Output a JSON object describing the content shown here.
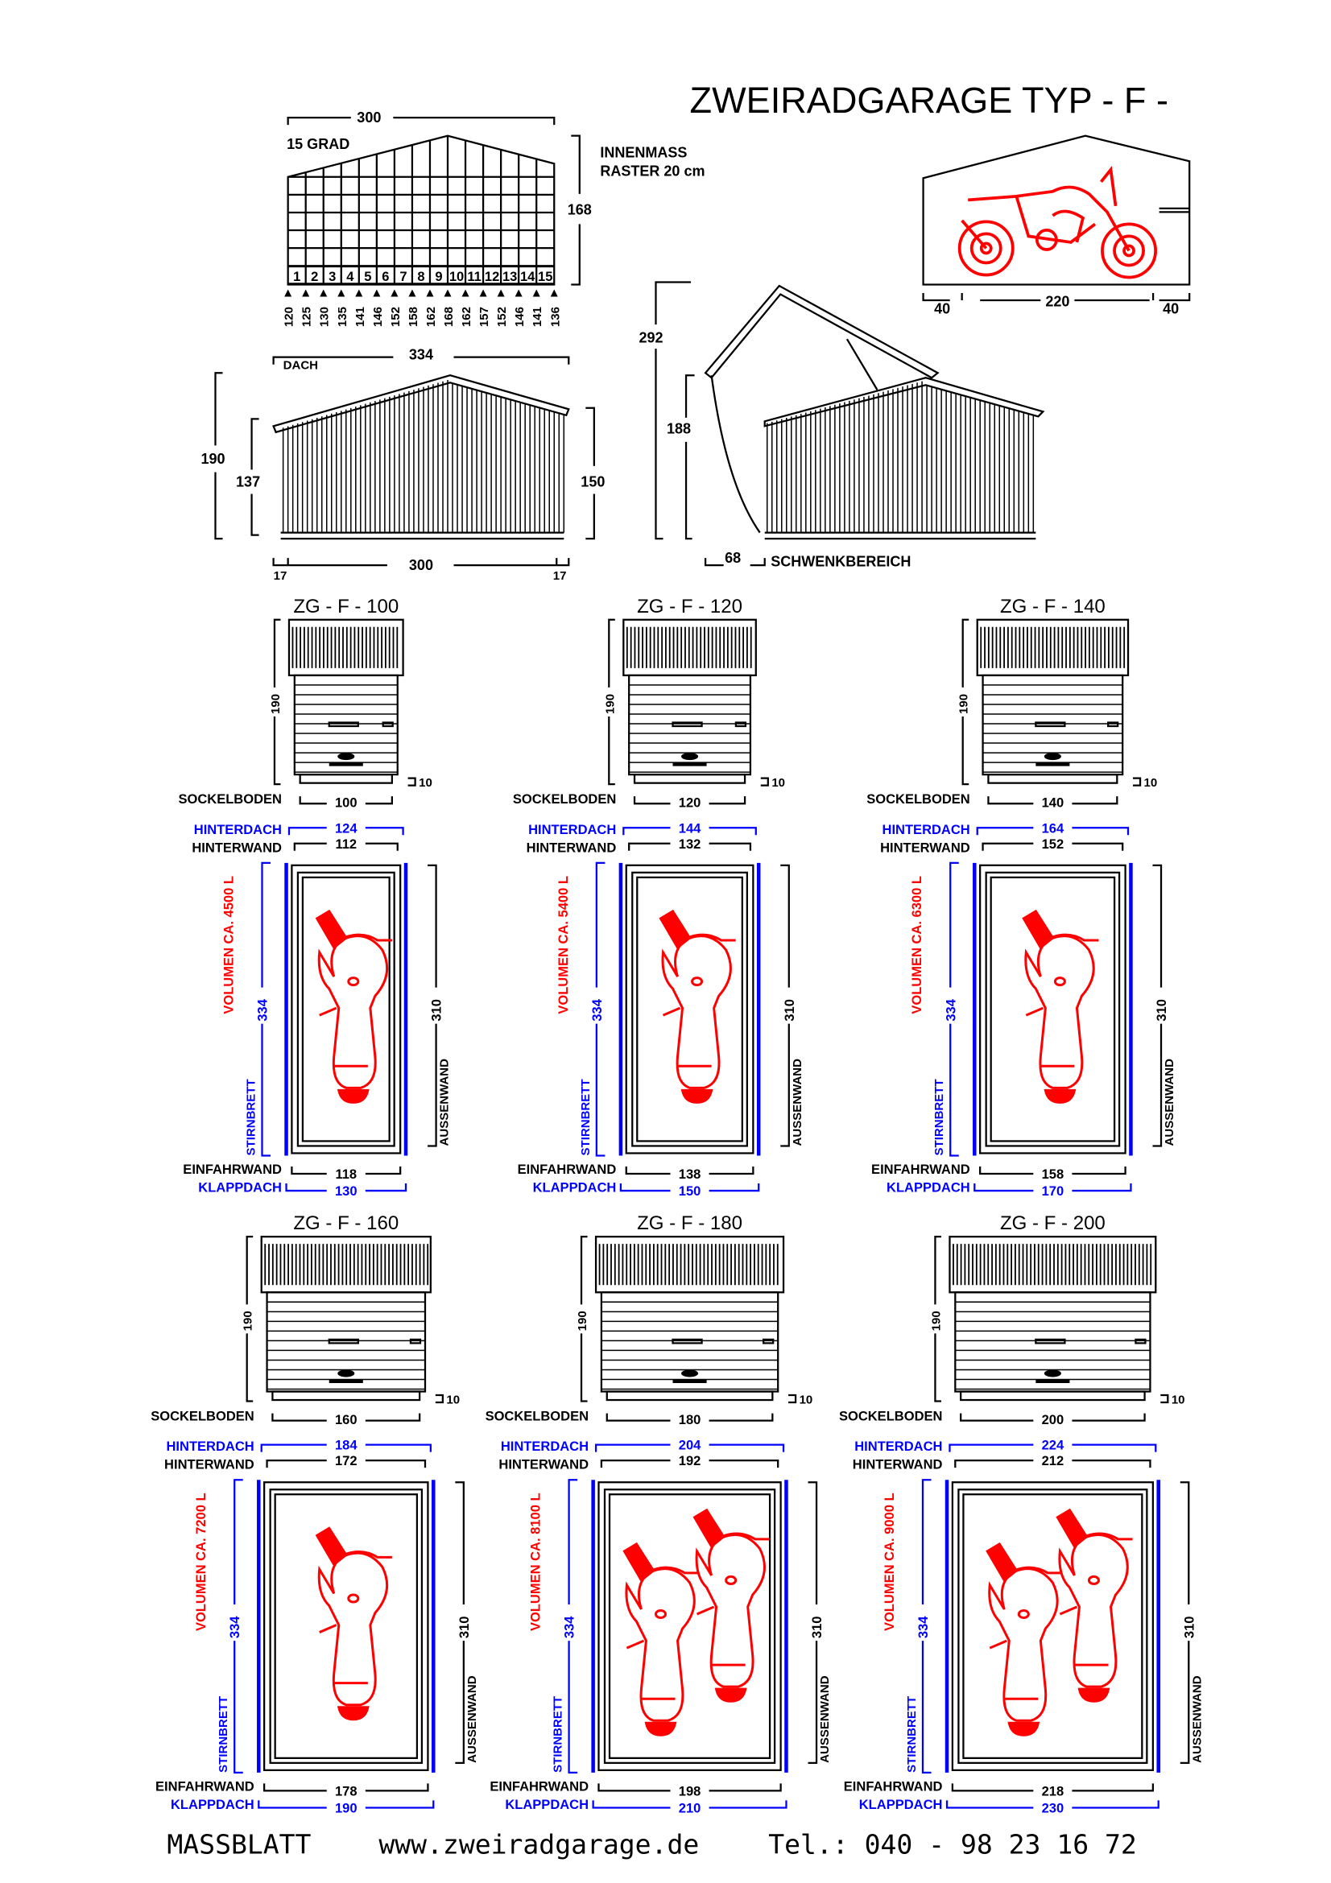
{
  "title": "ZWEIRADGARAGE  TYP - F -",
  "grid": {
    "width_label": "300",
    "angle_label": "15 GRAD",
    "height_label": "168",
    "info_line1": "INNENMASS",
    "info_line2": "RASTER 20 cm",
    "columns": [
      "1",
      "2",
      "3",
      "4",
      "5",
      "6",
      "7",
      "8",
      "9",
      "10",
      "11",
      "12",
      "13",
      "14",
      "15"
    ],
    "heights": [
      "120",
      "125",
      "130",
      "135",
      "141",
      "146",
      "152",
      "158",
      "162",
      "168",
      "162",
      "157",
      "152",
      "146",
      "141",
      "136"
    ]
  },
  "side_bike": {
    "left": "40",
    "middle": "220",
    "right": "40"
  },
  "side_view": {
    "roof_label": "DACH",
    "roof_width": "334",
    "total_height": "190",
    "front_height": "137",
    "back_height": "150",
    "overhang_left": "17",
    "width": "300",
    "overhang_right": "17"
  },
  "open_view": {
    "open_height": "292",
    "height": "188",
    "swing": "68",
    "swing_label": "SCHWENKBEREICH"
  },
  "labels": {
    "height": "190",
    "plinth": "10",
    "sockelboden": "SOCKELBODEN",
    "hinterdach": "HINTERDACH",
    "hinterwand": "HINTERWAND",
    "length": "334",
    "inner_length": "310",
    "stirnbrett": "STIRNBRETT",
    "aussenwand": "AUSSENWAND",
    "einfahrwand": "EINFAHRWAND",
    "klappdach": "KLAPPDACH"
  },
  "models": [
    {
      "name": "ZG  - F - 100",
      "volume": "VOLUMEN  CA.  4500  L",
      "sockelboden": "100",
      "hinterdach": "124",
      "hinterwand": "112",
      "einfahrwand": "118",
      "klappdach": "130",
      "bikes": 1
    },
    {
      "name": "ZG  - F - 120",
      "volume": "VOLUMEN  CA.  5400  L",
      "sockelboden": "120",
      "hinterdach": "144",
      "hinterwand": "132",
      "einfahrwand": "138",
      "klappdach": "150",
      "bikes": 1
    },
    {
      "name": "ZG  - F - 140",
      "volume": "VOLUMEN  CA.  6300  L",
      "sockelboden": "140",
      "hinterdach": "164",
      "hinterwand": "152",
      "einfahrwand": "158",
      "klappdach": "170",
      "bikes": 1
    },
    {
      "name": "ZG  - F - 160",
      "volume": "VOLUMEN  CA.  7200  L",
      "sockelboden": "160",
      "hinterdach": "184",
      "hinterwand": "172",
      "einfahrwand": "178",
      "klappdach": "190",
      "bikes": 1
    },
    {
      "name": "ZG  - F - 180",
      "volume": "VOLUMEN  CA.  8100  L",
      "sockelboden": "180",
      "hinterdach": "204",
      "hinterwand": "192",
      "einfahrwand": "198",
      "klappdach": "210",
      "bikes": 2
    },
    {
      "name": "ZG  - F - 200",
      "volume": "VOLUMEN  CA.  9000  L",
      "sockelboden": "200",
      "hinterdach": "224",
      "hinterwand": "212",
      "einfahrwand": "218",
      "klappdach": "230",
      "bikes": 2
    }
  ],
  "footer": {
    "sheet": "MASSBLATT",
    "url": "www.zweiradgarage.de",
    "phone": "Tel.:  040  -  98  23  16  72"
  },
  "colors": {
    "dimension_blue": "#0000ff",
    "volume_red": "#ff0000",
    "line": "#000000"
  }
}
